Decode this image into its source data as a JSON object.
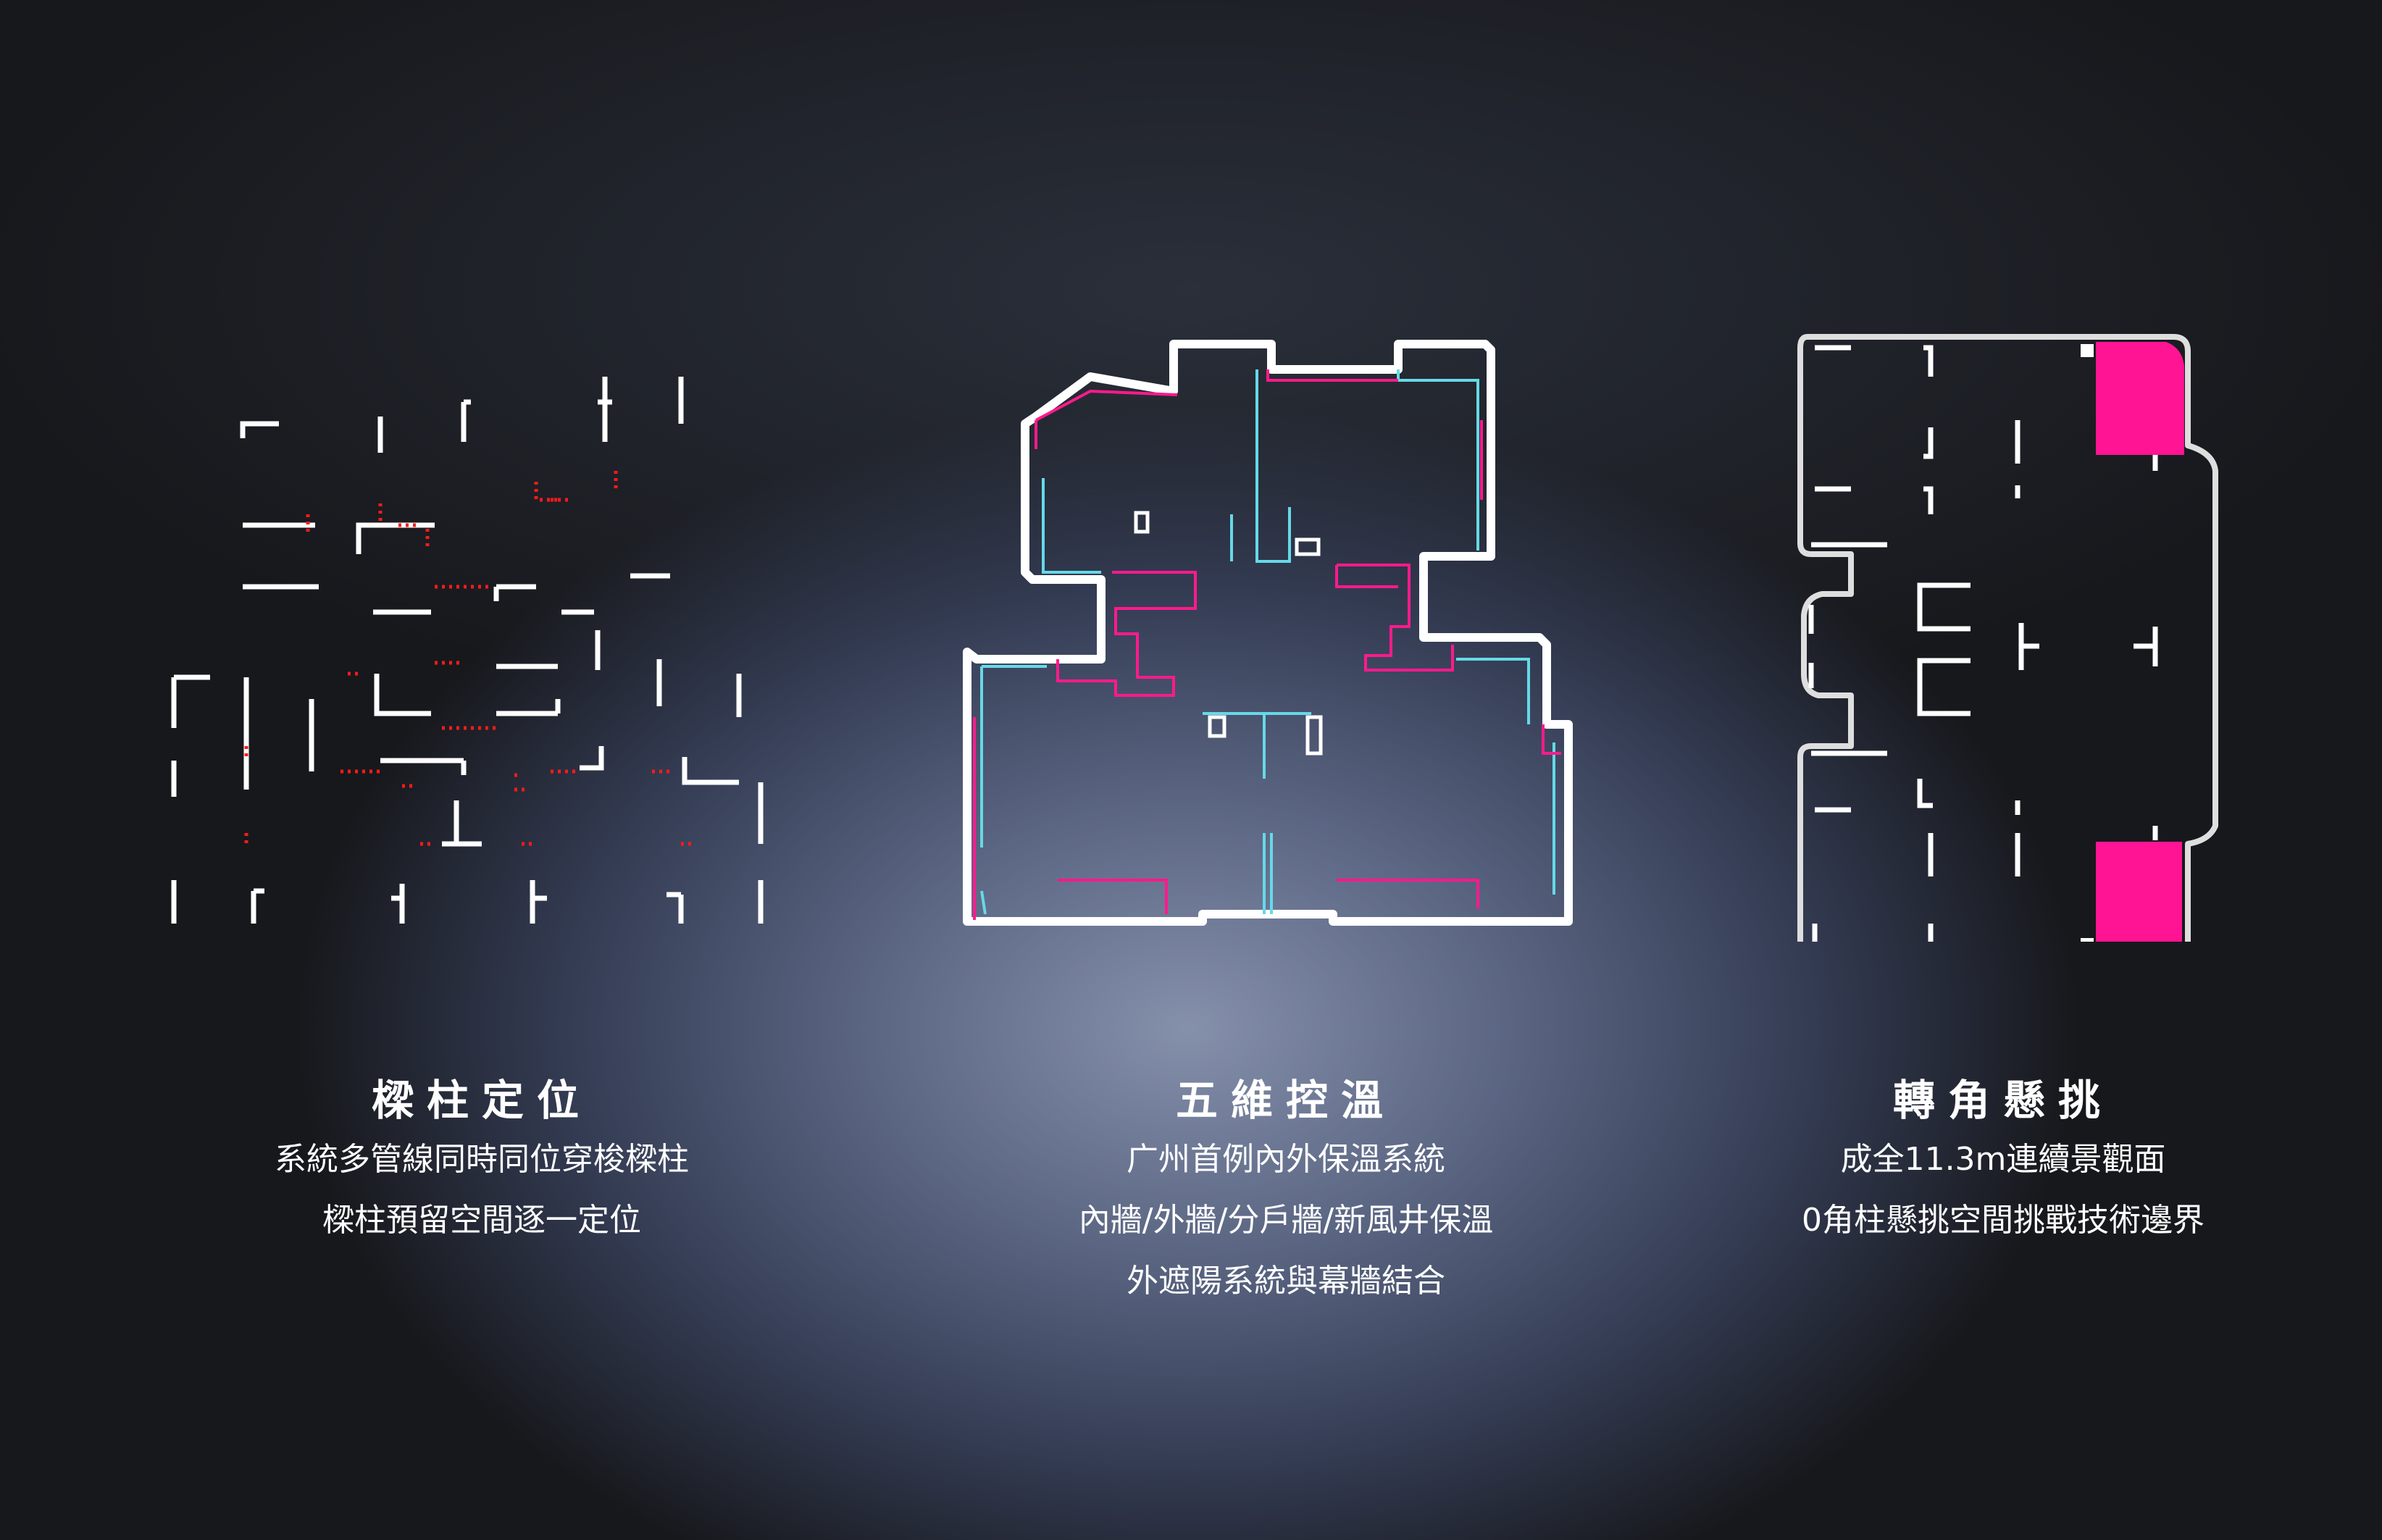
{
  "panels": [
    {
      "title": "樑柱定位",
      "lines": [
        "系統多管線同時同位穿梭樑柱",
        "樑柱預留空間逐一定位"
      ]
    },
    {
      "title": "五維控溫",
      "lines": [
        "广州首例內外保溫系統",
        "內牆/外牆/分戶牆/新風井保溫",
        "外遮陽系統與幕牆結合"
      ]
    },
    {
      "title": "轉角懸挑",
      "lines": [
        "成全11.3m連續景觀面",
        "0角柱懸挑空間挑戰技術邊界"
      ]
    }
  ],
  "colors": {
    "wall": "#ffffff",
    "accent_magenta": "#ff1a8c",
    "accent_cyan": "#66d9e8",
    "beam_marks_red": "#ff1a1a"
  },
  "icons": [
    "beam-column-plan-icon",
    "insulation-floor-plan-icon",
    "cantilever-floor-plan-icon"
  ]
}
